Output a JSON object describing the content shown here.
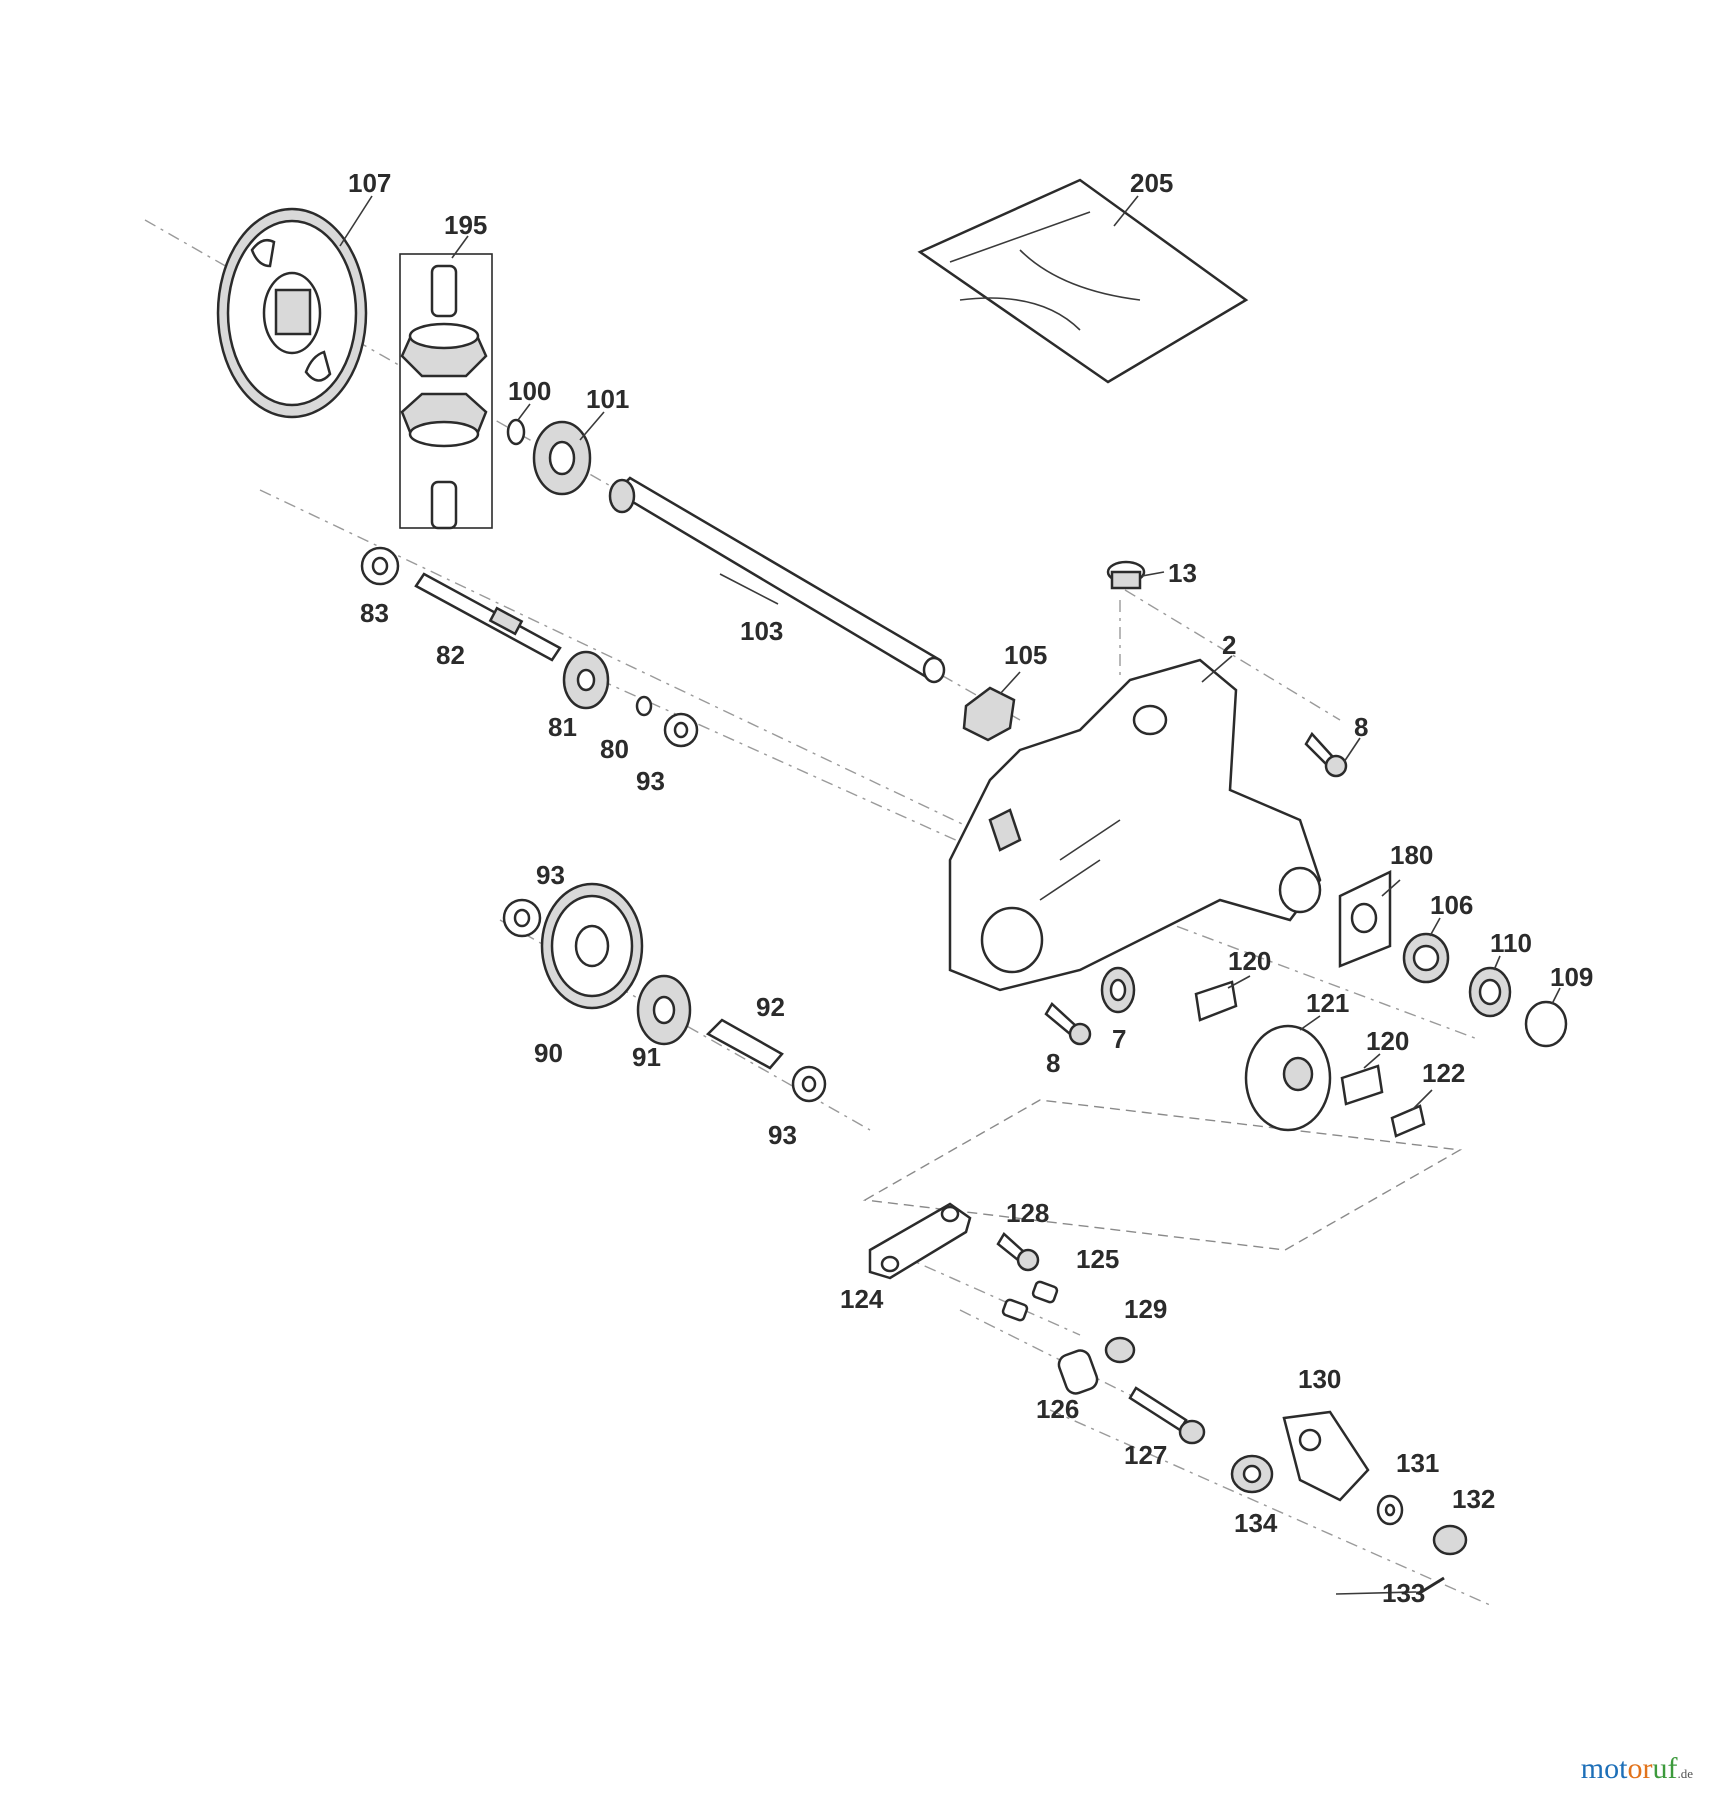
{
  "labels": {
    "p107": "107",
    "p195": "195",
    "p205": "205",
    "p100": "100",
    "p101": "101",
    "p83": "83",
    "p82": "82",
    "p103": "103",
    "p13": "13",
    "p2": "2",
    "p105": "105",
    "p8a": "8",
    "p81": "81",
    "p80": "80",
    "p93a": "93",
    "p180": "180",
    "p93b": "93",
    "p106": "106",
    "p110": "110",
    "p120a": "120",
    "p109": "109",
    "p121": "121",
    "p7": "7",
    "p90": "90",
    "p92": "92",
    "p91": "91",
    "p8b": "8",
    "p120b": "120",
    "p122": "122",
    "p93c": "93",
    "p128": "128",
    "p125": "125",
    "p124": "124",
    "p129": "129",
    "p130": "130",
    "p126": "126",
    "p127": "127",
    "p131": "131",
    "p132": "132",
    "p134": "134",
    "p133": "133"
  },
  "logo": {
    "part1": "mot",
    "part2": "or",
    "part3": "uf",
    "tld": ".de"
  },
  "colors": {
    "line": "#2b2b2b",
    "axis": "#9a9a9a",
    "logo_blue": "#1d6fb8",
    "logo_orange": "#e2731b",
    "logo_green": "#3c9a3c"
  }
}
